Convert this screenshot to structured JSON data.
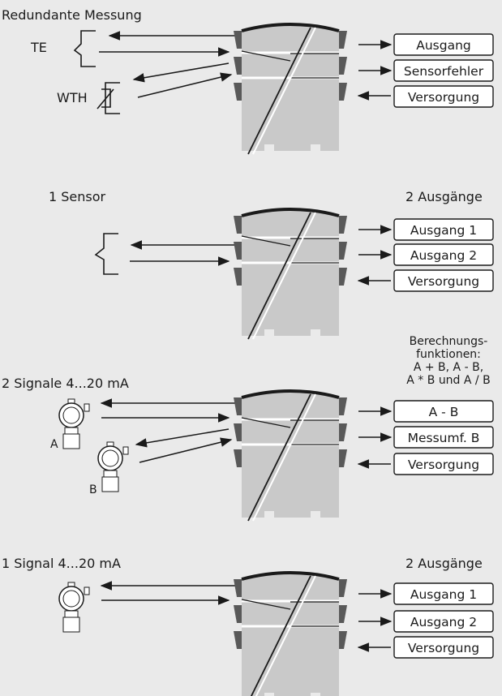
{
  "sections": [
    {
      "title": "Redundante Messung",
      "left_labels": [
        "TE",
        "WTH"
      ],
      "right_title": "",
      "outputs": [
        "Ausgang",
        "Sensorfehler",
        "Versorgung"
      ]
    },
    {
      "title": "1 Sensor",
      "right_title": "2 Ausgänge",
      "outputs": [
        "Ausgang 1",
        "Ausgang 2",
        "Versorgung"
      ]
    },
    {
      "title": "2 Signale 4...20 mA",
      "left_labels": [
        "A",
        "B"
      ],
      "right_title_lines": [
        "Berechnungs-",
        "funktionen:",
        "A + B, A - B,",
        "A * B und A / B"
      ],
      "outputs": [
        "A - B",
        "Messumf. B",
        "Versorgung"
      ]
    },
    {
      "title": "1 Signal 4...20 mA",
      "right_title": "2 Ausgänge",
      "outputs": [
        "Ausgang 1",
        "Ausgang 2",
        "Versorgung"
      ]
    }
  ],
  "colors": {
    "background": "#eaeaea",
    "device_body": "#c9c9c9",
    "device_terminal": "#595959",
    "line": "#1a1a1a"
  }
}
